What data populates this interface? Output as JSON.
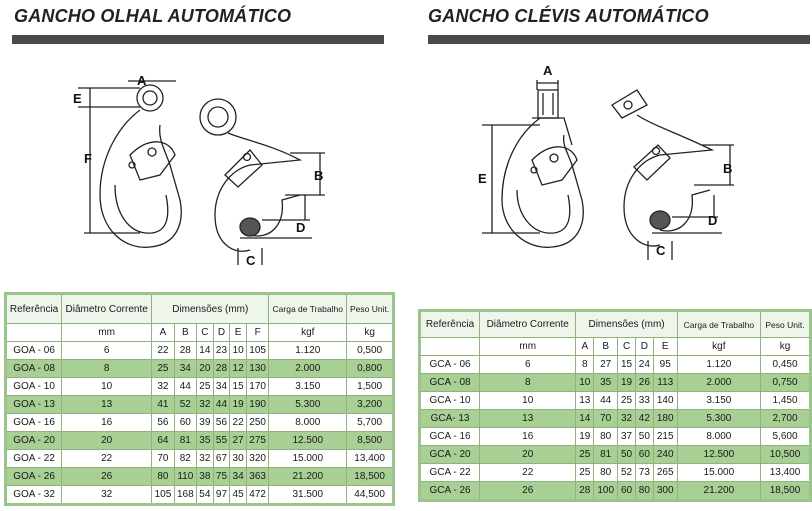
{
  "left": {
    "title": "GANCHO OLHAL AUTOMÁTICO",
    "dim_labels": {
      "A": "A",
      "B": "B",
      "C": "C",
      "D": "D",
      "E": "E",
      "F": "F"
    },
    "table": {
      "h_ref": "Referência",
      "h_diam": "Diâmetro Corrente",
      "h_dims": "Dimensões (mm)",
      "h_load": "Carga de Trabalho",
      "h_weight": "Peso Unit.",
      "units": [
        "mm",
        "A",
        "B",
        "C",
        "D",
        "E",
        "F",
        "kgf",
        "kg"
      ],
      "rows": [
        [
          "GOA - 06",
          "6",
          "22",
          "28",
          "14",
          "23",
          "10",
          "105",
          "1.120",
          "0,500"
        ],
        [
          "GOA - 08",
          "8",
          "25",
          "34",
          "20",
          "28",
          "12",
          "130",
          "2.000",
          "0,800"
        ],
        [
          "GOA - 10",
          "10",
          "32",
          "44",
          "25",
          "34",
          "15",
          "170",
          "3.150",
          "1,500"
        ],
        [
          "GOA - 13",
          "13",
          "41",
          "52",
          "32",
          "44",
          "19",
          "190",
          "5.300",
          "3,200"
        ],
        [
          "GOA - 16",
          "16",
          "56",
          "60",
          "39",
          "56",
          "22",
          "250",
          "8.000",
          "5,700"
        ],
        [
          "GOA - 20",
          "20",
          "64",
          "81",
          "35",
          "55",
          "27",
          "275",
          "12.500",
          "8,500"
        ],
        [
          "GOA - 22",
          "22",
          "70",
          "82",
          "32",
          "67",
          "30",
          "320",
          "15.000",
          "13,400"
        ],
        [
          "GOA - 26",
          "26",
          "80",
          "110",
          "38",
          "75",
          "34",
          "363",
          "21.200",
          "18,500"
        ],
        [
          "GOA - 32",
          "32",
          "105",
          "168",
          "54",
          "97",
          "45",
          "472",
          "31.500",
          "44,500"
        ]
      ]
    }
  },
  "right": {
    "title": "GANCHO CLÉVIS AUTOMÁTICO",
    "dim_labels": {
      "A": "A",
      "B": "B",
      "C": "C",
      "D": "D",
      "E": "E"
    },
    "table": {
      "h_ref": "Referência",
      "h_diam": "Diâmetro Corrente",
      "h_dims": "Dimensões (mm)",
      "h_load": "Carga de Trabalho",
      "h_weight": "Peso Unit.",
      "units": [
        "mm",
        "A",
        "B",
        "C",
        "D",
        "E",
        "kgf",
        "kg"
      ],
      "rows": [
        [
          "GCA - 06",
          "6",
          "8",
          "27",
          "15",
          "24",
          "95",
          "1.120",
          "0,450"
        ],
        [
          "GCA - 08",
          "8",
          "10",
          "35",
          "19",
          "26",
          "113",
          "2.000",
          "0,750"
        ],
        [
          "GCA - 10",
          "10",
          "13",
          "44",
          "25",
          "33",
          "140",
          "3.150",
          "1,450"
        ],
        [
          "GCA- 13",
          "13",
          "14",
          "70",
          "32",
          "42",
          "180",
          "5.300",
          "2,700"
        ],
        [
          "GCA - 16",
          "16",
          "19",
          "80",
          "37",
          "50",
          "215",
          "8.000",
          "5,600"
        ],
        [
          "GCA - 20",
          "20",
          "25",
          "81",
          "50",
          "60",
          "240",
          "12.500",
          "10,500"
        ],
        [
          "GCA - 22",
          "22",
          "25",
          "80",
          "52",
          "73",
          "265",
          "15.000",
          "13,400"
        ],
        [
          "GCA - 26",
          "26",
          "28",
          "100",
          "60",
          "80",
          "300",
          "21.200",
          "18,500"
        ]
      ]
    }
  }
}
